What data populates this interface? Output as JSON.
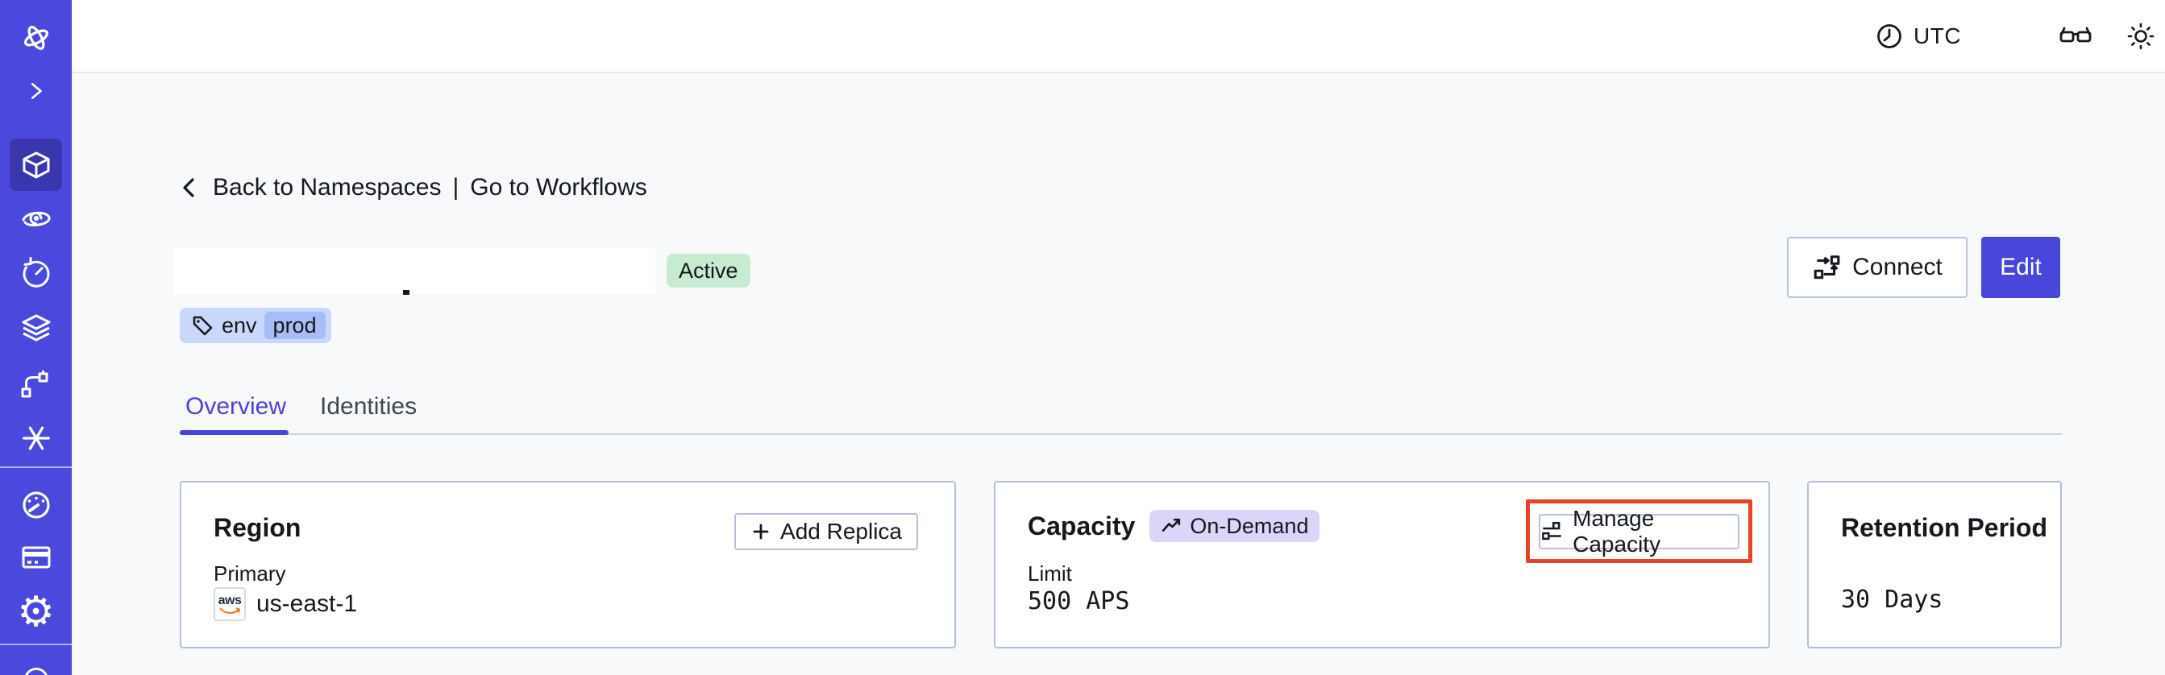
{
  "topbar": {
    "timezone": "UTC",
    "icons": [
      "clock-icon",
      "glasses-icon",
      "brightness-icon",
      "user-avatar"
    ]
  },
  "sidebar": {
    "icons": [
      "temporal-logo",
      "chevron-right-icon",
      "namespaces-cube-icon",
      "nexus-icon",
      "schedules-clock-icon",
      "stack-icon",
      "deployments-branch-icon",
      "asterisk-icon",
      "usage-gauge-icon",
      "billing-card-icon",
      "settings-gear-icon",
      "help-circle-icon"
    ],
    "active_item": "namespaces"
  },
  "breadcrumb": {
    "back": "Back to Namespaces",
    "separator": "|",
    "workflows": "Go to Workflows"
  },
  "namespace": {
    "status": "Active",
    "tag": {
      "key": "env",
      "value": "prod"
    }
  },
  "actions": {
    "connect": "Connect",
    "edit": "Edit"
  },
  "tabs": {
    "overview": "Overview",
    "identities": "Identities"
  },
  "cards": {
    "region": {
      "title": "Region",
      "add_replica": "Add Replica",
      "primary_label": "Primary",
      "provider": "aws",
      "value": "us-east-1"
    },
    "capacity": {
      "title": "Capacity",
      "badge": "On-Demand",
      "manage": "Manage Capacity",
      "limit_label": "Limit",
      "value": "500 APS"
    },
    "retention": {
      "title": "Retention Period",
      "value": "30 Days"
    }
  },
  "colors": {
    "sidebar": "#4b48de",
    "sidebar_active": "#3a37ae",
    "accent_indigo": "#4845d9",
    "active_badge_bg": "#c7ebd1",
    "tag_bg": "#c9d7fb",
    "tag_chip_bg": "#a8bcf8",
    "ondemand_badge_bg": "#ddd4fa",
    "annotation_red": "#e8432a",
    "aws_orange": "#e8791d",
    "page_bg": "#f8f9fb"
  }
}
